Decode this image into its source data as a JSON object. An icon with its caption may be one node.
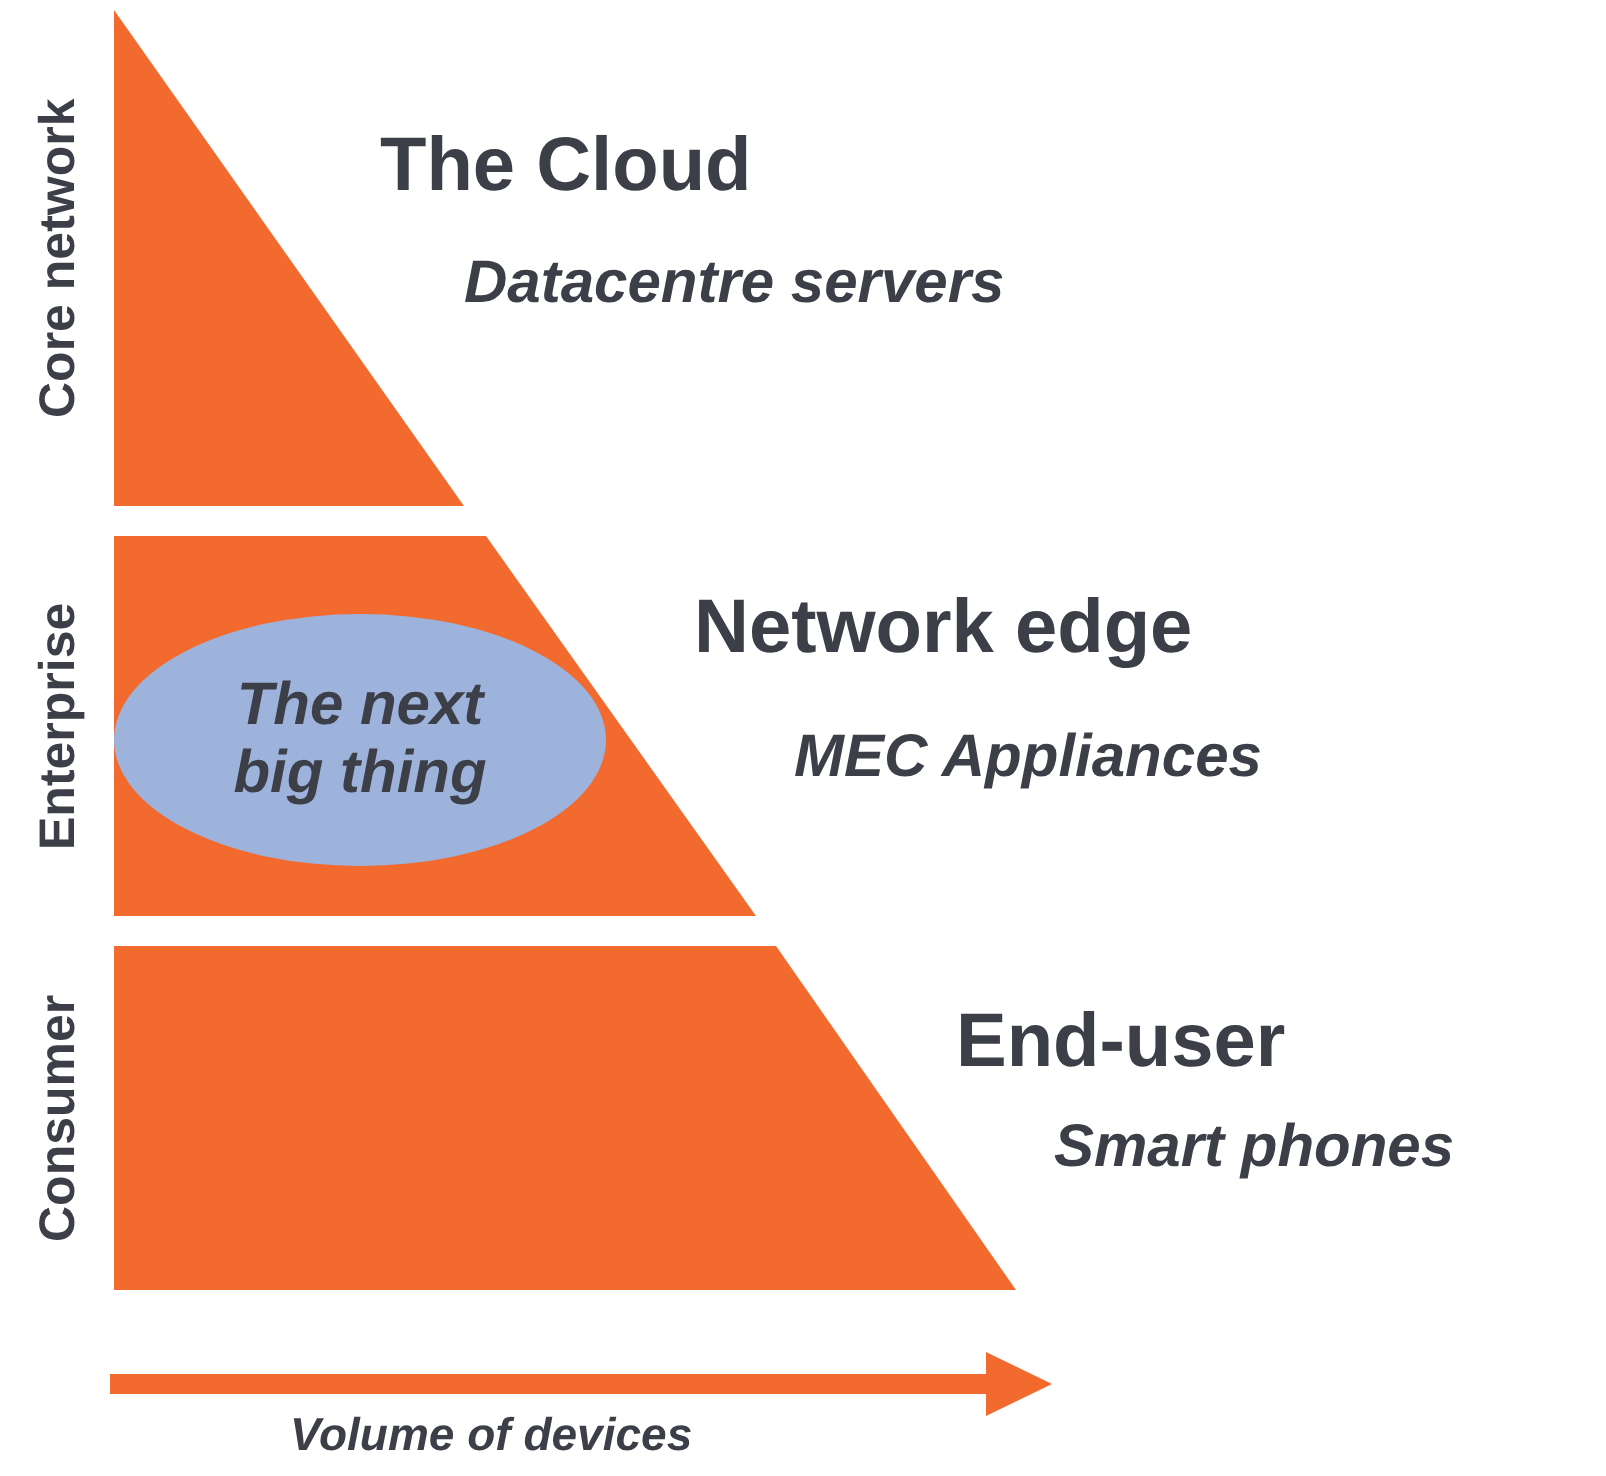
{
  "diagram": {
    "nodes": [
      {
        "text": [
          "Core network"
        ],
        "beside": [
          "The Cloud",
          "Datacentre servers"
        ]
      },
      {
        "text": [
          "Enterprise"
        ],
        "beside": [
          "Network edge",
          "MEC Appliances"
        ]
      },
      {
        "text": [
          "The next big thing"
        ],
        "in": 1
      },
      {
        "text": [
          "Consumer"
        ],
        "beside": [
          "End-user",
          "Smart phones"
        ]
      }
    ],
    "labels": [
      "Volume of devices"
    ]
  }
}
